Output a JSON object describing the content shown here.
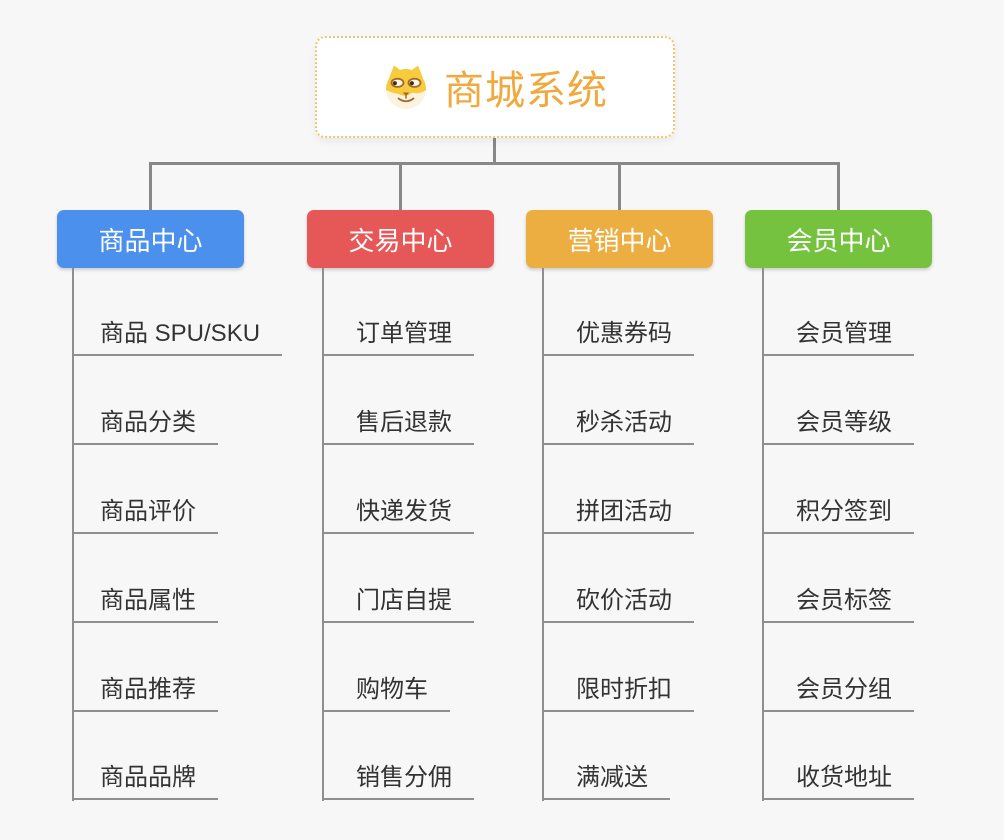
{
  "canvas": {
    "background": "#F7F7F7"
  },
  "root": {
    "label": "商城系统",
    "icon": "doge-face-icon",
    "text_color": "#F0A93C",
    "border_color": "#F6C46B",
    "background": "#FFFFFF"
  },
  "connector_color": "#888888",
  "leaf_line_color": "#8F8F8F",
  "leaf_text_color": "#333333",
  "branches": [
    {
      "label": "商品中心",
      "color": "#4A90EC",
      "items": [
        "商品 SPU/SKU",
        "商品分类",
        "商品评价",
        "商品属性",
        "商品推荐",
        "商品品牌"
      ]
    },
    {
      "label": "交易中心",
      "color": "#E65757",
      "items": [
        "订单管理",
        "售后退款",
        "快递发货",
        "门店自提",
        "购物车",
        "销售分佣"
      ]
    },
    {
      "label": "营销中心",
      "color": "#ECAE40",
      "items": [
        "优惠券码",
        "秒杀活动",
        "拼团活动",
        "砍价活动",
        "限时折扣",
        "满减送"
      ]
    },
    {
      "label": "会员中心",
      "color": "#74C23E",
      "items": [
        "会员管理",
        "会员等级",
        "积分签到",
        "会员标签",
        "会员分组",
        "收货地址"
      ]
    }
  ]
}
